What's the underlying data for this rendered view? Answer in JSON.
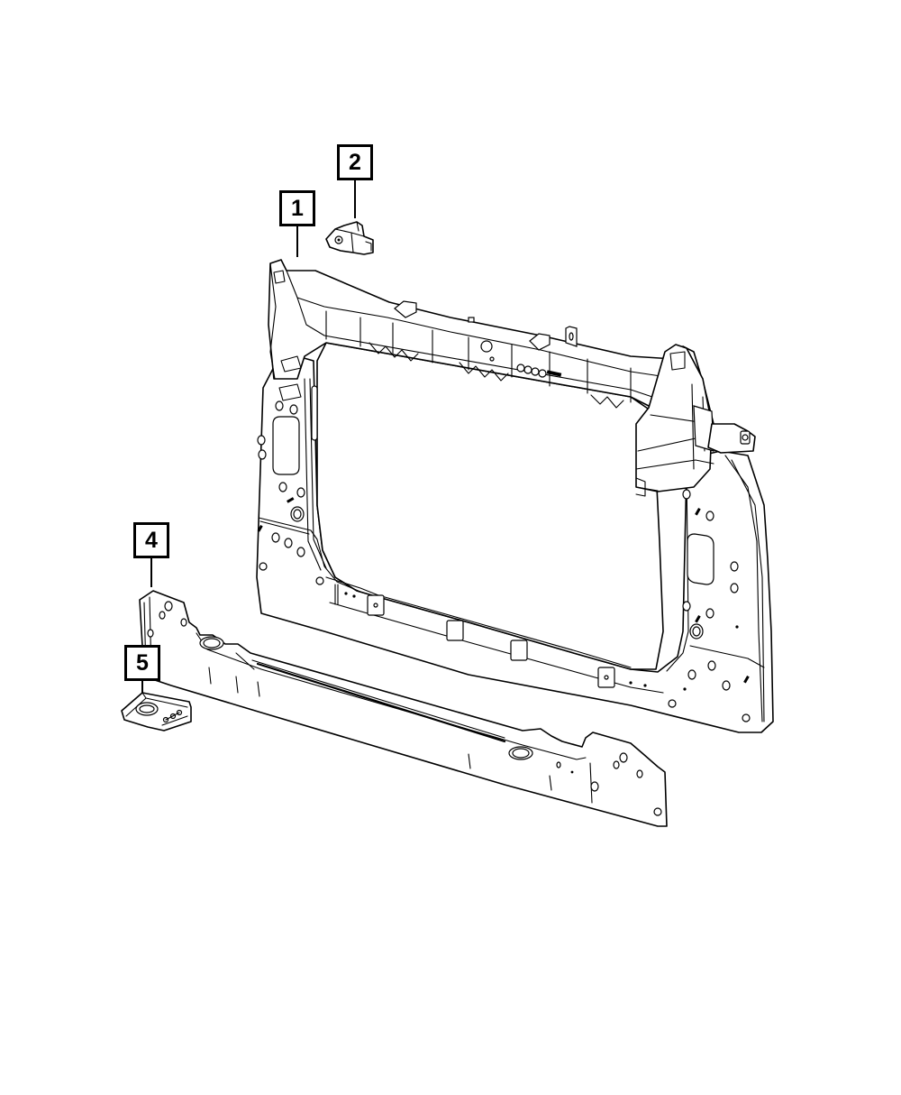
{
  "diagram": {
    "type": "exploded parts illustration",
    "background": "#ffffff",
    "line_color": "#000000",
    "callouts": [
      {
        "id": "1",
        "label": "1",
        "part": "radiator support frame"
      },
      {
        "id": "2",
        "label": "2",
        "part": "bracket clip"
      },
      {
        "id": "4",
        "label": "4",
        "part": "lower crossmember"
      },
      {
        "id": "5",
        "label": "5",
        "part": "mounting bracket"
      }
    ]
  }
}
